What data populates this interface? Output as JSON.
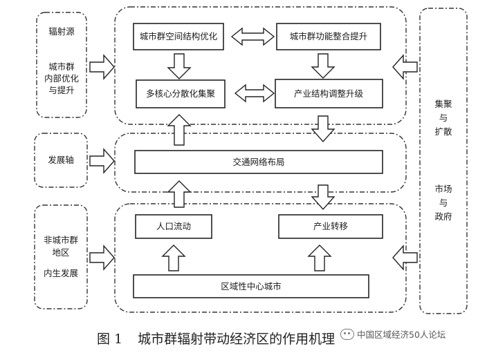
{
  "left_panels": {
    "top": {
      "line1": "辐射源",
      "line2": "城市群",
      "line3": "内部优化",
      "line4": "与提升"
    },
    "middle": {
      "line1": "发展轴"
    },
    "bottom": {
      "line1": "非城市群",
      "line2": "地区",
      "line3": "内生发展"
    }
  },
  "right_panel": {
    "line1": "集聚",
    "line2": "与",
    "line3": "扩散",
    "line4": "市场",
    "line5": "与",
    "line6": "政府"
  },
  "boxes": {
    "spatial_structure": "城市群空间结构优化",
    "function_integration": "城市群功能整合提升",
    "multicenter": "多核心分散化集聚",
    "industry_upgrade": "产业结构调整升级",
    "transport_network": "交通网络布局",
    "population_flow": "人口流动",
    "industry_transfer": "产业转移",
    "regional_center": "区域性中心城市"
  },
  "caption": {
    "figure_number": "图 1",
    "title": "城市群辐射带动经济区的作用机理"
  },
  "watermark": {
    "text": "中国区域经济50人论坛"
  },
  "colors": {
    "stroke": "#222222",
    "background": "#ffffff"
  }
}
